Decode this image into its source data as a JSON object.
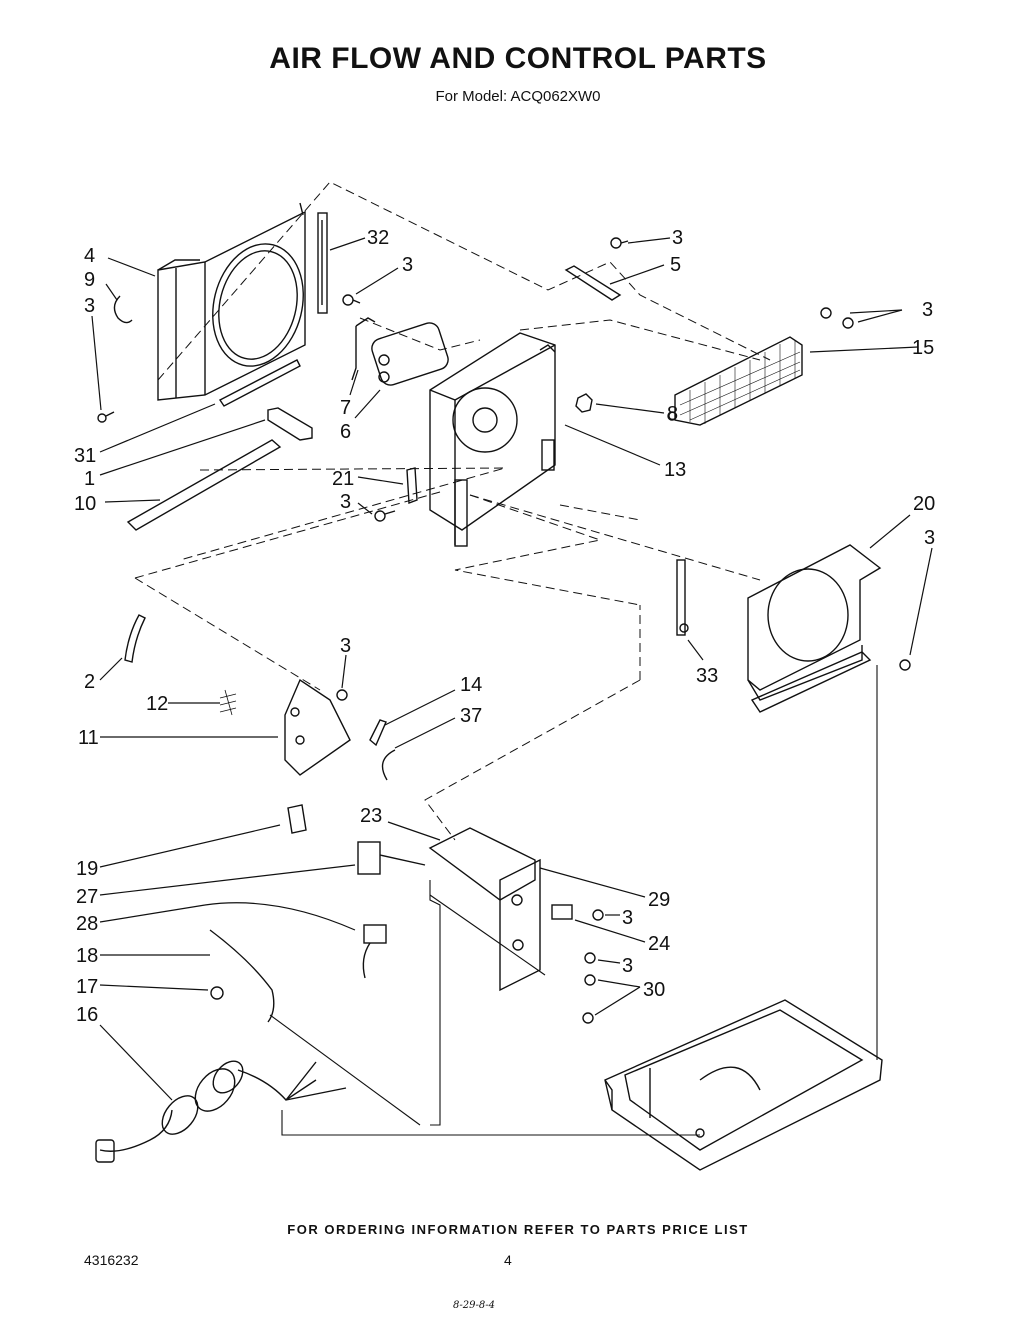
{
  "title": "AIR FLOW AND CONTROL PARTS",
  "subtitle": "For Model: ACQ062XW0",
  "footer_note": "FOR ORDERING INFORMATION REFER TO PARTS PRICE LIST",
  "doc_number": "4316232",
  "page_number": "4",
  "handwritten_note": "8-29-8-4",
  "callouts": [
    {
      "id": "c4",
      "label": "4"
    },
    {
      "id": "c9",
      "label": "9"
    },
    {
      "id": "c3a",
      "label": "3"
    },
    {
      "id": "c32",
      "label": "32"
    },
    {
      "id": "c3b",
      "label": "3"
    },
    {
      "id": "c3c",
      "label": "3"
    },
    {
      "id": "c5",
      "label": "5"
    },
    {
      "id": "c3d",
      "label": "3"
    },
    {
      "id": "c15",
      "label": "15"
    },
    {
      "id": "c7",
      "label": "7"
    },
    {
      "id": "c6",
      "label": "6"
    },
    {
      "id": "c8",
      "label": "8"
    },
    {
      "id": "c13",
      "label": "13"
    },
    {
      "id": "c31",
      "label": "31"
    },
    {
      "id": "c1",
      "label": "1"
    },
    {
      "id": "c10",
      "label": "10"
    },
    {
      "id": "c21",
      "label": "21"
    },
    {
      "id": "c3e",
      "label": "3"
    },
    {
      "id": "c20",
      "label": "20"
    },
    {
      "id": "c3f",
      "label": "3"
    },
    {
      "id": "c33",
      "label": "33"
    },
    {
      "id": "c2",
      "label": "2"
    },
    {
      "id": "c3g",
      "label": "3"
    },
    {
      "id": "c12",
      "label": "12"
    },
    {
      "id": "c14",
      "label": "14"
    },
    {
      "id": "c37",
      "label": "37"
    },
    {
      "id": "c11",
      "label": "11"
    },
    {
      "id": "c23",
      "label": "23"
    },
    {
      "id": "c19",
      "label": "19"
    },
    {
      "id": "c29",
      "label": "29"
    },
    {
      "id": "c27",
      "label": "27"
    },
    {
      "id": "c3h",
      "label": "3"
    },
    {
      "id": "c28",
      "label": "28"
    },
    {
      "id": "c24",
      "label": "24"
    },
    {
      "id": "c18",
      "label": "18"
    },
    {
      "id": "c3i",
      "label": "3"
    },
    {
      "id": "c17",
      "label": "17"
    },
    {
      "id": "c30",
      "label": "30"
    },
    {
      "id": "c16",
      "label": "16"
    }
  ]
}
